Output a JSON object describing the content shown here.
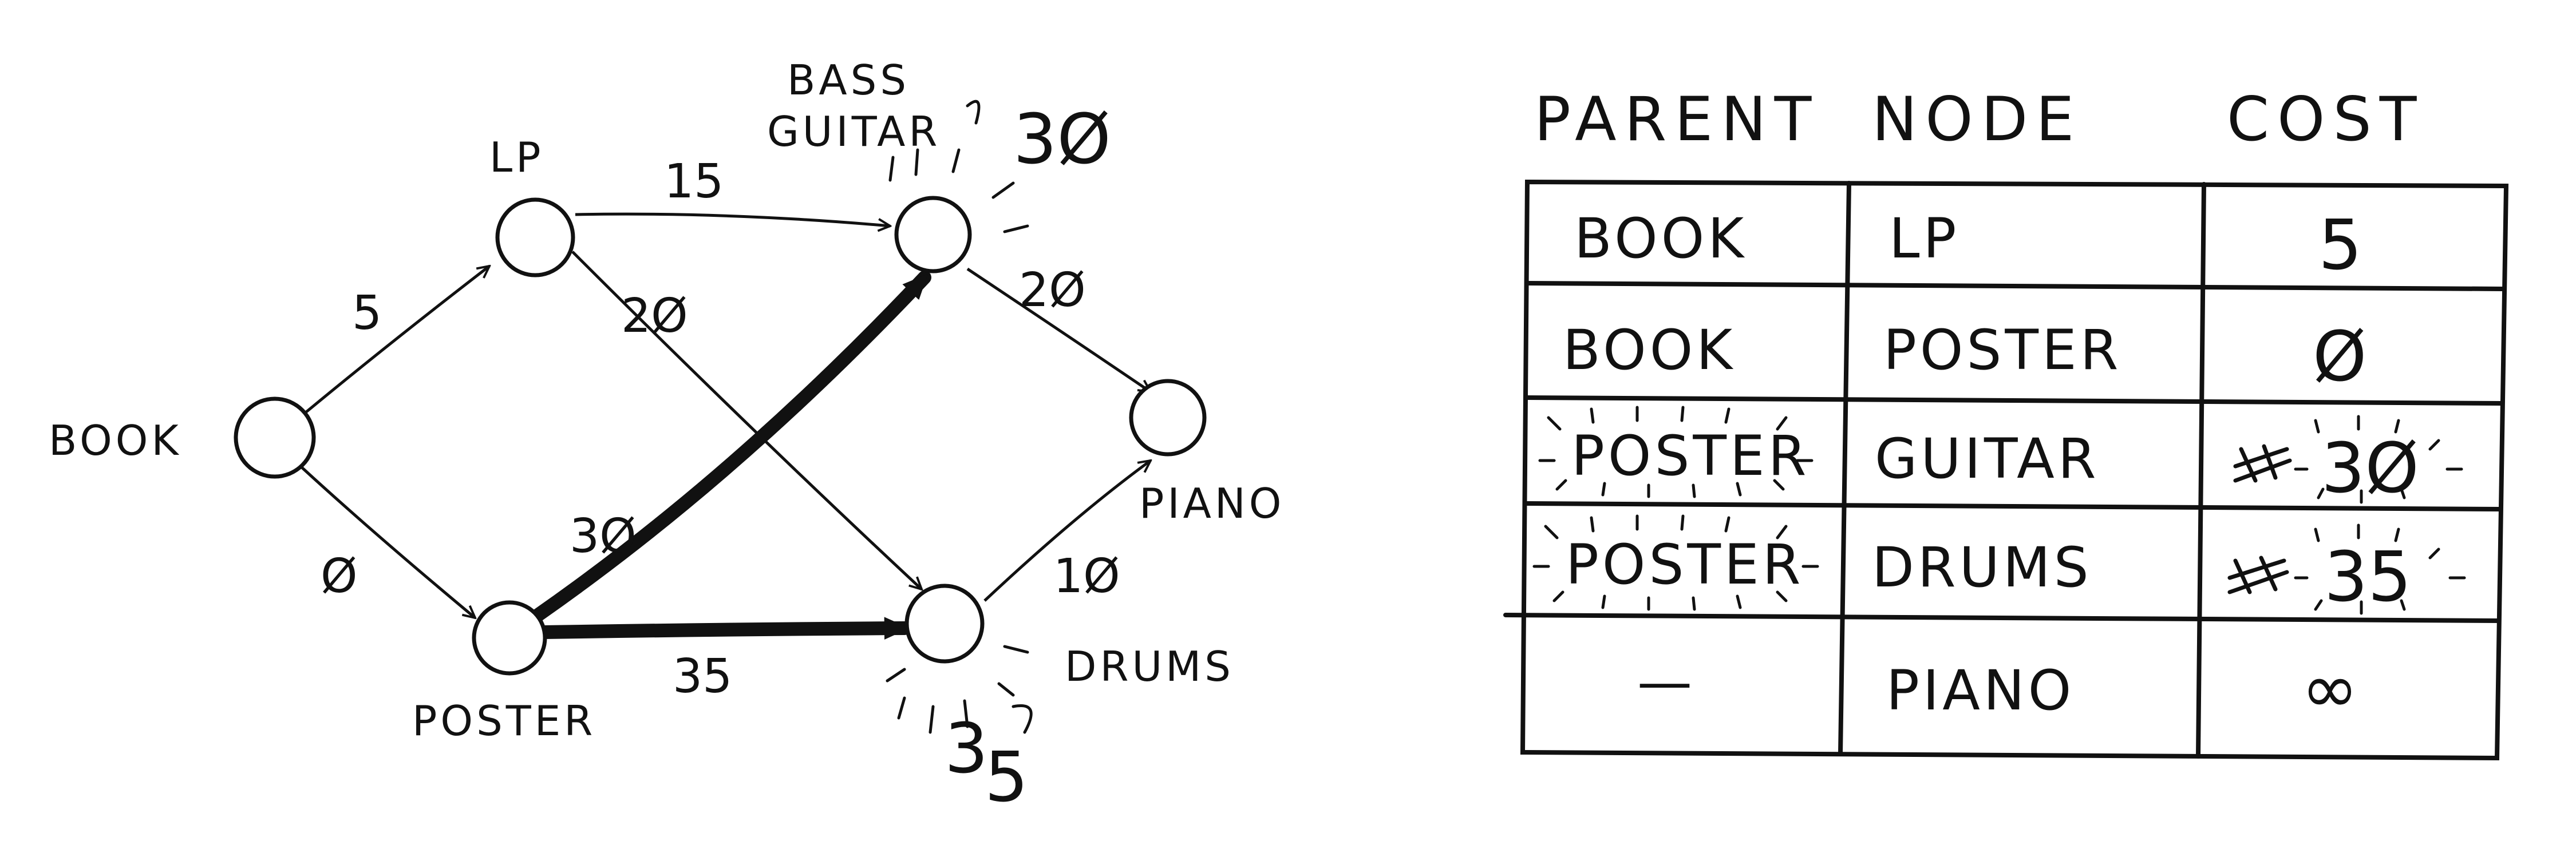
{
  "graph": {
    "nodes": [
      {
        "id": "book",
        "label": "BOOK"
      },
      {
        "id": "lp",
        "label": "LP"
      },
      {
        "id": "poster",
        "label": "POSTER"
      },
      {
        "id": "guitar",
        "label_line1": "BASS",
        "label_line2": "GUITAR",
        "cost": "3Ø"
      },
      {
        "id": "drums",
        "label": "DRUMS",
        "cost_line1": "3",
        "cost_line2": "5"
      },
      {
        "id": "piano",
        "label": "PIANO"
      }
    ],
    "edges": [
      {
        "from": "book",
        "to": "lp",
        "weight": "5"
      },
      {
        "from": "book",
        "to": "poster",
        "weight": "Ø"
      },
      {
        "from": "lp",
        "to": "guitar",
        "weight": "15"
      },
      {
        "from": "lp",
        "to": "drums",
        "weight": "2Ø"
      },
      {
        "from": "poster",
        "to": "guitar",
        "weight": "3Ø",
        "highlighted": true
      },
      {
        "from": "poster",
        "to": "drums",
        "weight": "35",
        "highlighted": true
      },
      {
        "from": "guitar",
        "to": "piano",
        "weight": "2Ø"
      },
      {
        "from": "drums",
        "to": "piano",
        "weight": "1Ø"
      }
    ]
  },
  "table": {
    "headers": [
      "PARENT",
      "NODE",
      "COST"
    ],
    "rows": [
      {
        "parent": "BOOK",
        "node": "LP",
        "cost": "5"
      },
      {
        "parent": "BOOK",
        "node": "POSTER",
        "cost": "Ø"
      },
      {
        "parent": "POSTER",
        "node": "GUITAR",
        "cost": "3Ø",
        "parent_highlighted": true,
        "cost_highlighted": true,
        "crossed_out": true
      },
      {
        "parent": "POSTER",
        "node": "DRUMS",
        "cost": "35",
        "parent_highlighted": true,
        "cost_highlighted": true,
        "crossed_out": true
      },
      {
        "parent": "—",
        "node": "PIANO",
        "cost": "∞"
      }
    ]
  }
}
